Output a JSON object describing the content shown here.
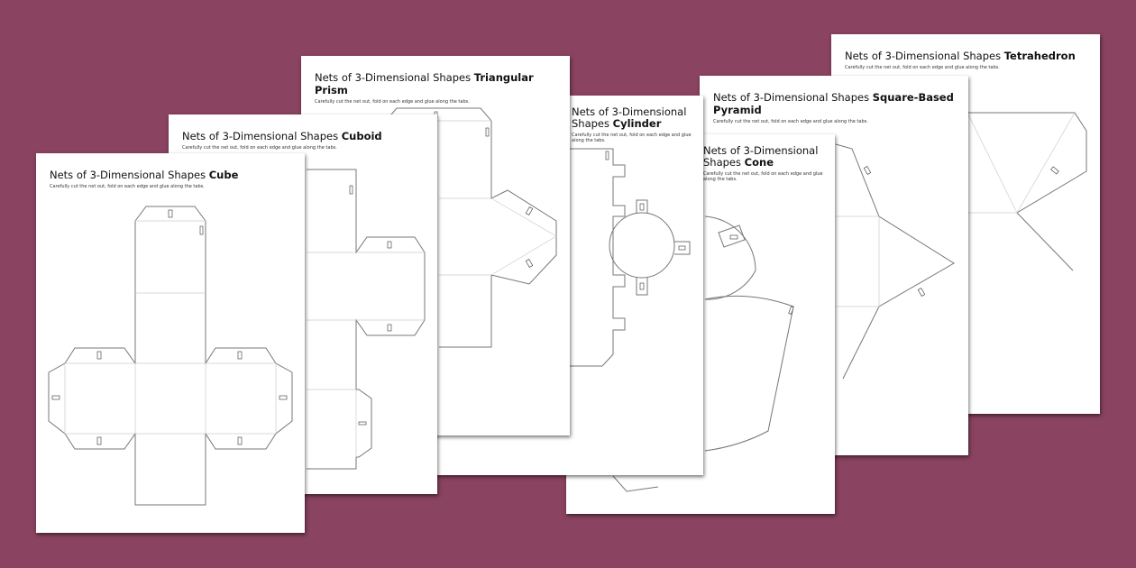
{
  "background_color": "#8a4360",
  "pages": [
    {
      "prefix": "Nets of 3-Dimensional Shapes ",
      "shape": "Cube",
      "instructions": "Carefully cut the net out, fold on each edge and glue along the tabs."
    },
    {
      "prefix": "Nets of 3-Dimensional Shapes ",
      "shape": "Cuboid",
      "instructions": "Carefully cut the net out, fold on each edge and glue along the tabs."
    },
    {
      "prefix": "Nets of 3-Dimensional Shapes ",
      "shape": "Triangular Prism",
      "instructions": "Carefully cut the net out, fold on each edge and glue along the tabs."
    },
    {
      "prefix": "Nets of 3-Dimensional Shapes ",
      "shape": "Cylinder",
      "instructions": "Carefully cut the net out, fold on each edge and glue along the tabs."
    },
    {
      "prefix": "Nets of 3-Dimensional Shapes ",
      "shape": "Cone",
      "instructions": "Carefully cut the net out, fold on each edge and glue along the tabs."
    },
    {
      "prefix": "Nets of 3-Dimensional Shapes ",
      "shape": "Square-Based Pyramid",
      "instructions": "Carefully cut the net out, fold on each edge and glue along the tabs."
    },
    {
      "prefix": "Nets of 3-Dimensional Shapes ",
      "shape": "Tetrahedron",
      "instructions": "Carefully cut the net out, fold on each edge and glue along the tabs."
    }
  ]
}
